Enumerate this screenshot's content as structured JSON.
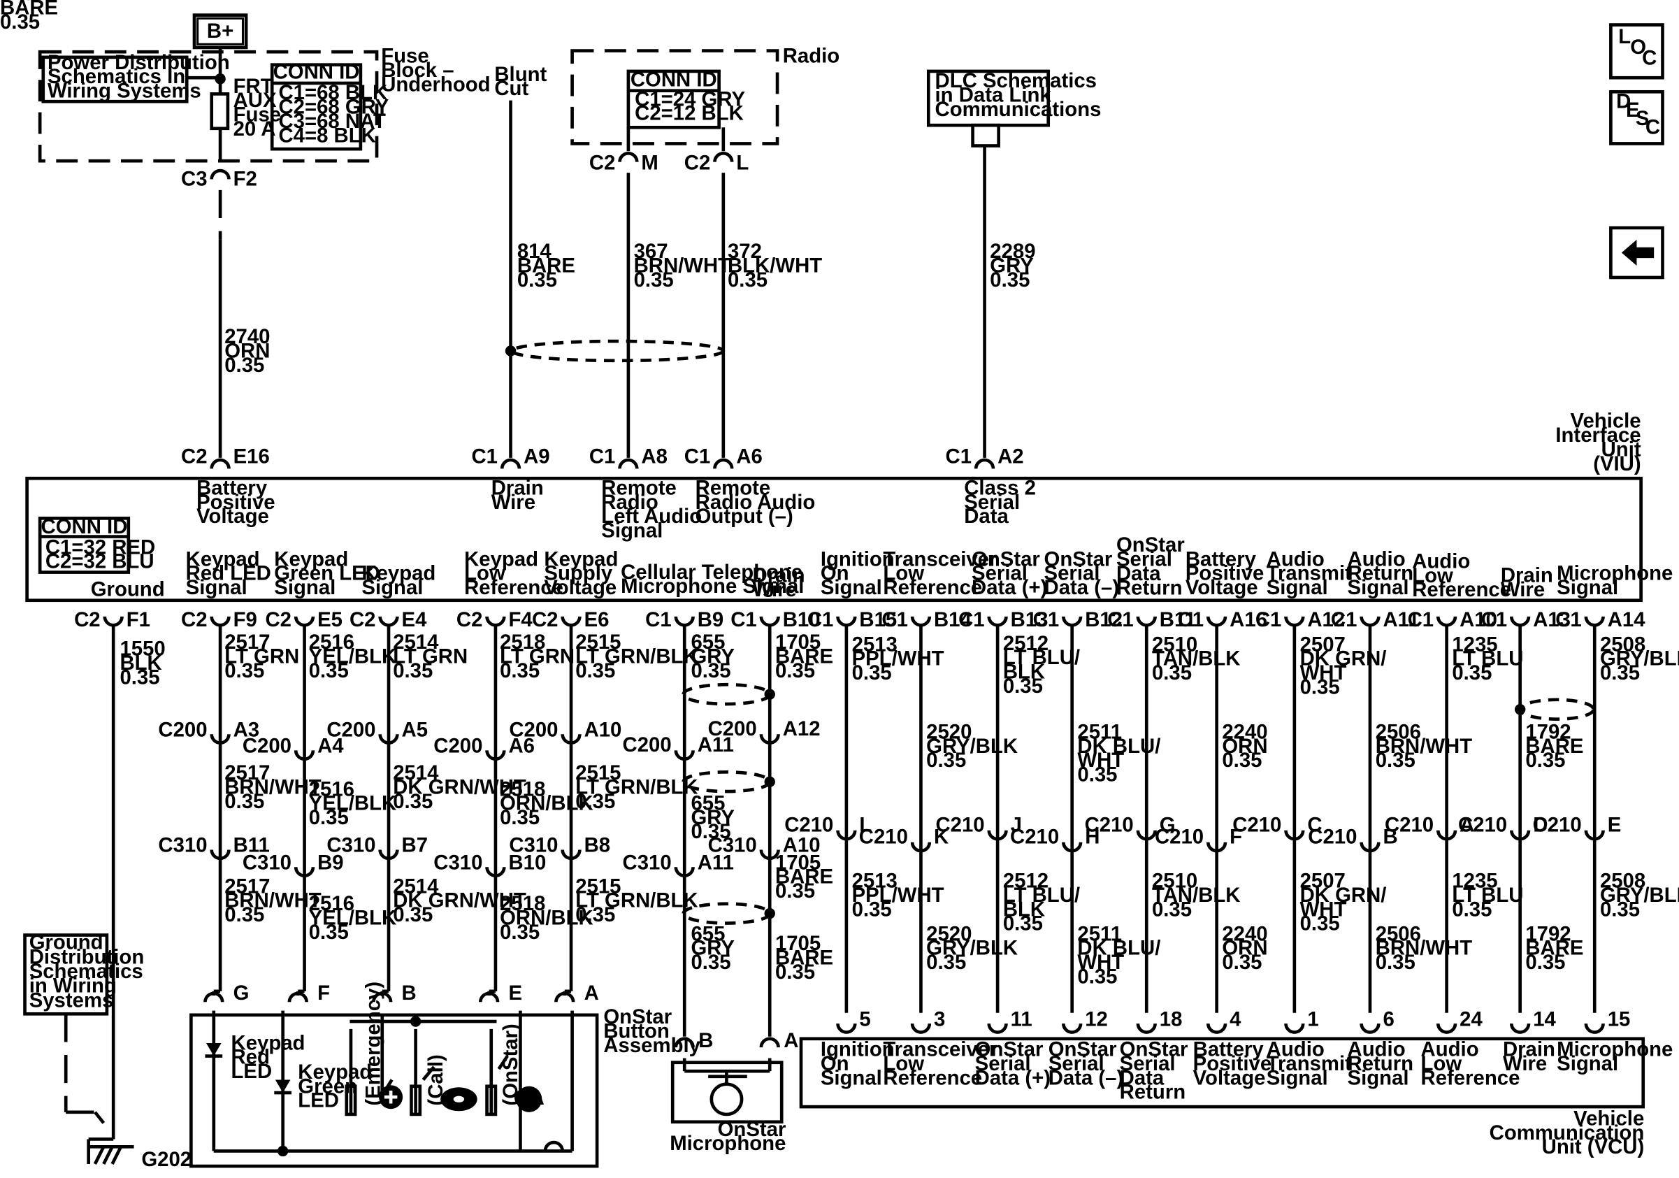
{
  "supply": {
    "b_plus": "B+"
  },
  "fuse_block": {
    "name": [
      "Fuse",
      "Block –",
      "Underhood"
    ],
    "ref": [
      "Power Distribution",
      "Schematics In",
      "Wiring  Systems"
    ],
    "fuse": [
      "FRT",
      "AUX",
      "Fuse",
      "20 A"
    ],
    "conn_id_title": "CONN ID",
    "conn_id": [
      "C1=68 BLK",
      "C2=68 GRY",
      "C3=68 NAT",
      "C4=8 BLK"
    ],
    "out_conn": "C3",
    "out_pin": "F2"
  },
  "radio": {
    "name": "Radio",
    "conn_id_title": "CONN ID",
    "conn_id": [
      "C1=24 GRY",
      "C2=12 BLK"
    ],
    "pins": [
      {
        "conn": "C2",
        "pin": "M"
      },
      {
        "conn": "C2",
        "pin": "L"
      }
    ]
  },
  "blunt_cut": [
    "Blunt",
    "Cut"
  ],
  "dlc": [
    "DLC Schematics",
    "in Data Link",
    "Communications"
  ],
  "nav": {
    "loc": [
      "L",
      "O",
      "C"
    ],
    "desc": [
      "D",
      "E",
      "S",
      "C"
    ]
  },
  "viu": {
    "name": [
      "Vehicle",
      "Interface",
      "Unit",
      "(VIU)"
    ],
    "conn_id_title": "CONN ID",
    "conn_id": [
      "C1=32 RED",
      "C2=32 BLU"
    ],
    "top_pins": [
      {
        "conn": "C2",
        "pin": "E16",
        "label": [
          "Battery",
          "Positive",
          "Voltage"
        ]
      },
      {
        "conn": "C1",
        "pin": "A9",
        "label": [
          "Drain",
          "Wire"
        ]
      },
      {
        "conn": "C1",
        "pin": "A8",
        "label": [
          "Remote",
          "Radio",
          "Left Audio",
          "Signal"
        ]
      },
      {
        "conn": "C1",
        "pin": "A6",
        "label": [
          "Remote",
          "Radio Audio",
          "Output (–)"
        ]
      },
      {
        "conn": "C1",
        "pin": "A2",
        "label": [
          "Class 2",
          "Serial",
          "Data"
        ]
      }
    ],
    "bottom_pins": [
      {
        "conn": "C2",
        "pin": "F1",
        "label": [
          "Ground"
        ]
      },
      {
        "conn": "C2",
        "pin": "F9",
        "label": [
          "Keypad",
          "Red LED",
          "Signal"
        ]
      },
      {
        "conn": "C2",
        "pin": "E5",
        "label": [
          "Keypad",
          "Green LED",
          "Signal"
        ]
      },
      {
        "conn": "C2",
        "pin": "E4",
        "label": [
          "Keypad",
          "Signal"
        ]
      },
      {
        "conn": "C2",
        "pin": "F4",
        "label": [
          "Keypad",
          "Low",
          "Reference"
        ]
      },
      {
        "conn": "C2",
        "pin": "E6",
        "label": [
          "Keypad",
          "Supply",
          "Voltage"
        ]
      },
      {
        "conn": "C1",
        "pin": "B9",
        "label": [
          "Cellular Telephone",
          "Microphone Signal"
        ]
      },
      {
        "conn": "C1",
        "pin": "B10",
        "label": [
          "Drain",
          "Wire"
        ]
      },
      {
        "conn": "C1",
        "pin": "B15",
        "label": [
          "Ignition",
          "On",
          "Signal"
        ]
      },
      {
        "conn": "C1",
        "pin": "B14",
        "label": [
          "Transceiver",
          "Low",
          "Reference"
        ]
      },
      {
        "conn": "C1",
        "pin": "B13",
        "label": [
          "OnStar",
          "Serial",
          "Data (+)"
        ]
      },
      {
        "conn": "C1",
        "pin": "B12",
        "label": [
          "OnStar",
          "Serial",
          "Data (–)"
        ]
      },
      {
        "conn": "C1",
        "pin": "B11",
        "label": [
          "OnStar",
          "Serial",
          "Data",
          "Return"
        ]
      },
      {
        "conn": "C1",
        "pin": "A16",
        "label": [
          "Battery",
          "Positive",
          "Voltage"
        ]
      },
      {
        "conn": "C1",
        "pin": "A12",
        "label": [
          "Audio",
          "Transmit",
          "Signal"
        ]
      },
      {
        "conn": "C1",
        "pin": "A11",
        "label": [
          "Audio",
          "Return",
          "Signal"
        ]
      },
      {
        "conn": "C1",
        "pin": "A10",
        "label": [
          "Audio",
          "Low",
          "Reference"
        ]
      },
      {
        "conn": "C1",
        "pin": "A13",
        "label": [
          "Drain",
          "Wire"
        ]
      },
      {
        "conn": "C1",
        "pin": "A14",
        "label": [
          "Microphone",
          "Signal"
        ]
      }
    ]
  },
  "top_wires": [
    {
      "circuit": [
        "2740",
        "ORN",
        "0.35"
      ]
    },
    {
      "circuit": [
        "814",
        "BARE",
        "0.35"
      ]
    },
    {
      "circuit": [
        "367",
        "BRN/WHT",
        "0.35"
      ]
    },
    {
      "circuit": [
        "372",
        "BLK/WHT",
        "0.35"
      ]
    },
    {
      "circuit": [
        "2289",
        "GRY",
        "0.35"
      ]
    }
  ],
  "ground_wire": {
    "circuit": [
      "1550",
      "BLK",
      "0.35"
    ]
  },
  "ground_ref": [
    "Ground",
    "Distribution",
    "Schematics",
    "in Wiring",
    "Systems"
  ],
  "ground_point": "G202",
  "keypad_wires": [
    {
      "seg1": [
        "2517",
        "LT GRN",
        "0.35"
      ],
      "c200": {
        "conn": "C200",
        "pin": "A3"
      },
      "seg2": [
        "2517",
        "BRN/WHT",
        "0.35"
      ],
      "c310": {
        "conn": "C310",
        "pin": "B11"
      },
      "seg3": [
        "2517",
        "BRN/WHT",
        "0.35"
      ],
      "end_pin": "G"
    },
    {
      "seg1": [
        "2516",
        "YEL/BLK",
        "0.35"
      ],
      "c200": {
        "conn": "C200",
        "pin": "A4"
      },
      "seg2": [
        "2516",
        "YEL/BLK",
        "0.35"
      ],
      "c310": {
        "conn": "C310",
        "pin": "B9"
      },
      "seg3": [
        "2516",
        "YEL/BLK",
        "0.35"
      ],
      "end_pin": "F"
    },
    {
      "seg1": [
        "2514",
        "LT GRN",
        "0.35"
      ],
      "c200": {
        "conn": "C200",
        "pin": "A5"
      },
      "seg2": [
        "2514",
        "DK GRN/WHT",
        "0.35"
      ],
      "c310": {
        "conn": "C310",
        "pin": "B7"
      },
      "seg3": [
        "2514",
        "DK GRN/WHT",
        "0.35"
      ],
      "end_pin": "B"
    },
    {
      "seg1": [
        "2518",
        "LT GRN",
        "0.35"
      ],
      "c200": {
        "conn": "C200",
        "pin": "A6"
      },
      "seg2": [
        "2518",
        "ORN/BLK",
        "0.35"
      ],
      "c310": {
        "conn": "C310",
        "pin": "B10"
      },
      "seg3": [
        "2518",
        "ORN/BLK",
        "0.35"
      ],
      "end_pin": "E"
    },
    {
      "seg1": [
        "2515",
        "LT GRN/BLK",
        "0.35"
      ],
      "c200": {
        "conn": "C200",
        "pin": "A10"
      },
      "seg2": [
        "2515",
        "LT GRN/BLK",
        "0.35"
      ],
      "c310": {
        "conn": "C310",
        "pin": "B8"
      },
      "seg3": [
        "2515",
        "LT GRN/BLK",
        "0.35"
      ],
      "end_pin": "A"
    }
  ],
  "mic_wires": [
    {
      "seg1": [
        "655",
        "GRY",
        "0.35"
      ],
      "c200": {
        "conn": "C200",
        "pin": "A11"
      },
      "seg2": [
        "655",
        "GRY",
        "0.35"
      ],
      "c310": {
        "conn": "C310",
        "pin": "A11"
      },
      "seg3": [
        "655",
        "GRY",
        "0.35"
      ],
      "end_pin": "B"
    },
    {
      "seg1": [
        "1705",
        "BARE",
        "0.35"
      ],
      "c200": {
        "conn": "C200",
        "pin": "A12"
      },
      "seg2": [
        "1705",
        "BARE",
        "0.35"
      ],
      "c310": {
        "conn": "C310",
        "pin": "A10"
      },
      "seg3": [
        "1705",
        "BARE",
        "0.35"
      ],
      "end_pin": "A"
    }
  ],
  "button_assembly": {
    "name": [
      "OnStar",
      "Button",
      "Assembly"
    ],
    "red_led": [
      "Keypad",
      "Red",
      "LED"
    ],
    "green_led": [
      "Keypad",
      "Green",
      "LED"
    ],
    "switches": [
      "(Emergency)",
      "(Call)",
      "(OnStar)"
    ]
  },
  "microphone": {
    "name": [
      "OnStar",
      "Microphone"
    ]
  },
  "vcu_wires": [
    {
      "circuit": [
        "2513",
        "PPL/WHT",
        "0.35"
      ],
      "c210": "L",
      "vcu_pin": "5"
    },
    {
      "circuit": [
        "2520",
        "GRY/BLK",
        "0.35"
      ],
      "c210": "K",
      "vcu_pin": "3"
    },
    {
      "circuit": [
        "2512",
        "LT BLU/",
        "BLK",
        "0.35"
      ],
      "c210": "J",
      "vcu_pin": "11"
    },
    {
      "circuit": [
        "2511",
        "DK BLU/",
        "WHT",
        "0.35"
      ],
      "c210": "H",
      "vcu_pin": "12"
    },
    {
      "circuit": [
        "2510",
        "TAN/BLK",
        "0.35"
      ],
      "c210": "G",
      "vcu_pin": "18"
    },
    {
      "circuit": [
        "2240",
        "ORN",
        "0.35"
      ],
      "c210": "F",
      "vcu_pin": "4"
    },
    {
      "circuit": [
        "2507",
        "DK GRN/",
        "WHT",
        "0.35"
      ],
      "c210": "C",
      "vcu_pin": "1"
    },
    {
      "circuit": [
        "2506",
        "BRN/WHT",
        "0.35"
      ],
      "c210": "B",
      "vcu_pin": "6"
    },
    {
      "circuit": [
        "1235",
        "LT BLU",
        "0.35"
      ],
      "c210": "A",
      "vcu_pin": "24"
    },
    {
      "circuit": [
        "1792",
        "BARE",
        "0.35"
      ],
      "c210": "D",
      "vcu_pin": "14"
    },
    {
      "circuit": [
        "2508",
        "GRY/BLK",
        "0.35"
      ],
      "c210": "E",
      "vcu_pin": "15"
    }
  ],
  "c210_conn": "C210",
  "vcu": {
    "name": [
      "Vehicle",
      "Communication",
      "Unit (VCU)"
    ],
    "labels": [
      [
        "Ignition",
        "On",
        "Signal"
      ],
      [
        "Transceiver",
        "Low",
        "Reference"
      ],
      [
        "OnStar",
        "Serial",
        "Data (+)"
      ],
      [
        "OnStar",
        "Serial",
        "Data (–)"
      ],
      [
        "OnStar",
        "Serial",
        "Data",
        "Return"
      ],
      [
        "Battery",
        "Positive",
        "Voltage"
      ],
      [
        "Audio",
        "Transmit",
        "Signal"
      ],
      [
        "Audio",
        "Return",
        "Signal"
      ],
      [
        "Audio",
        "Low",
        "Reference"
      ],
      [
        "Drain",
        "Wire"
      ],
      [
        "Microphone",
        "Signal"
      ]
    ]
  }
}
